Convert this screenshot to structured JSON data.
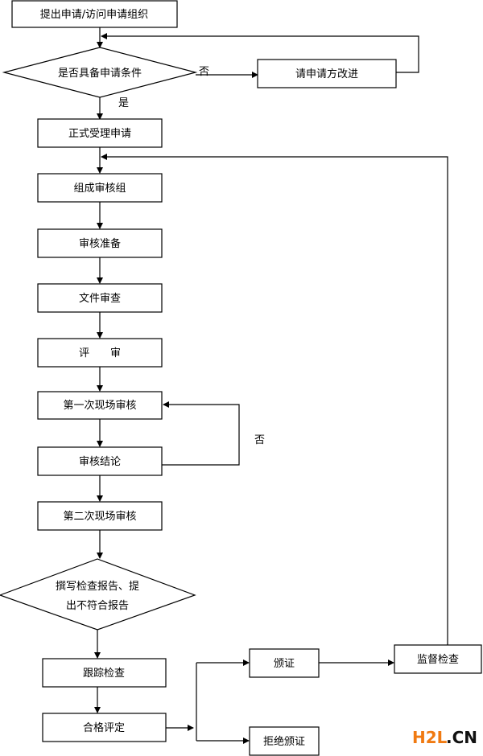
{
  "nodes": {
    "submit": "提出申请/访问申请组织",
    "conditions": "是否具备申请条件",
    "improve": "请申请方改进",
    "accept": "正式受理申请",
    "team": "组成审核组",
    "prep": "审核准备",
    "doc_review": "文件审查",
    "evaluate": "评　　审",
    "first_onsite": "第一次现场审核",
    "conclusion": "审核结论",
    "second_onsite": "第二次现场审核",
    "report_line1": "撰写检查报告、提",
    "report_line2": "出不符合报告",
    "follow_up": "跟踪检查",
    "qualified": "合格评定",
    "certify": "颁证",
    "refuse": "拒绝颁证",
    "supervise": "监督检查"
  },
  "edge_labels": {
    "no_conditions": "否",
    "yes_conditions": "是",
    "no_conclusion": "否"
  },
  "watermark": {
    "brand": "H2L",
    "suffix": ".CN"
  },
  "colors": {
    "line": "#000000",
    "watermark_accent": "#f07a12"
  }
}
